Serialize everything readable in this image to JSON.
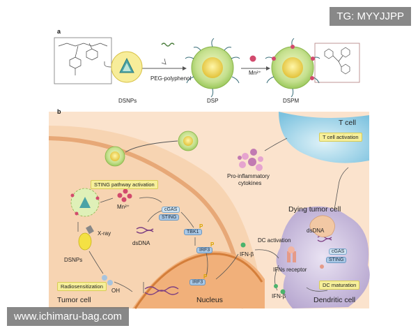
{
  "watermarks": {
    "top": "TG: MYYJJPP",
    "bottom": "www.ichimaru-bag.com"
  },
  "panel_a": {
    "letter": "a",
    "peg_label": "PEG-polyphenol",
    "mn_label": "Mn²⁺",
    "dsnps_label": "DSNPs",
    "dsp_label": "DSP",
    "dspm_label": "DSPM"
  },
  "panel_b": {
    "letter": "b",
    "t_cell": "T cell",
    "t_cell_activation": "T cell activation",
    "pro_inflammatory": "Pro-inflammatory",
    "cytokines": "cytokines",
    "dying_tumor_cell": "Dying tumor cell",
    "sting_pathway": "STING pathway activation",
    "mn_label": "Mn²⁺",
    "cgas": "cGAS",
    "sting": "STING",
    "x_ray": "X-ray",
    "dsdna": "dsDNA",
    "tbk1": "TBK1",
    "irf3": "IRF3",
    "p": "P",
    "ifn_beta": "IFN-β",
    "dc_activation": "DC activation",
    "dsnps": "DSNPs",
    "oh": "OH",
    "radiosensitization": "Radiosensitization",
    "ifns_receptor": "IFNs receptor",
    "dc_maturation": "DC maturation",
    "tumor_cell": "Tumor cell",
    "nucleus": "Nucleus",
    "dendritic_cell": "Dendritic cell"
  },
  "colors": {
    "tumor_cytoplasm": "#f7d9bf",
    "nucleus": "#f0b47e",
    "t_cell": "#a8d9ec",
    "dendritic": "#d3c7e2",
    "nanoparticle": "#cde79a"
  }
}
